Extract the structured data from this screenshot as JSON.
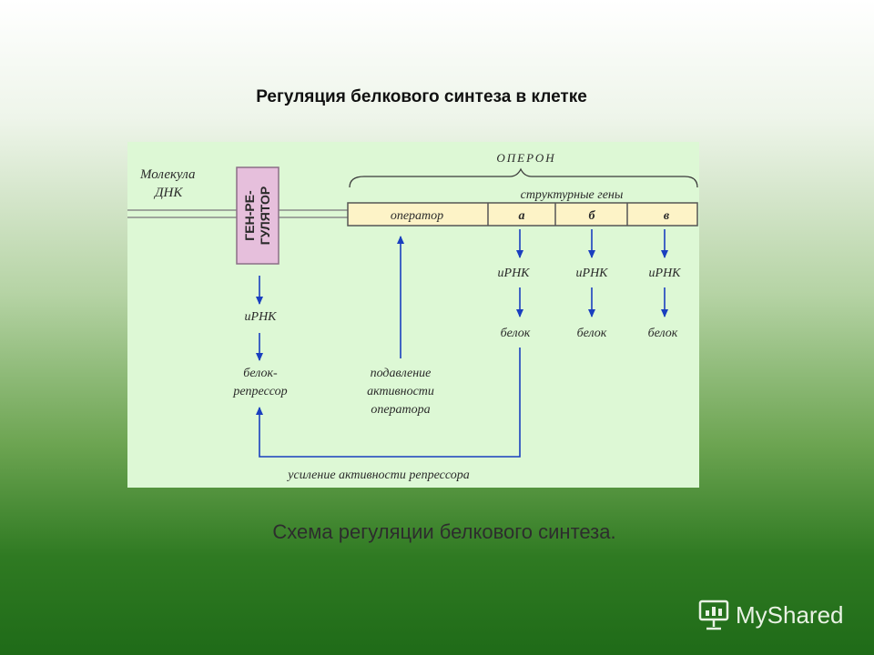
{
  "slide": {
    "title": "Регуляция белкового синтеза в клетке",
    "caption": "Схема регуляции белкового синтеза."
  },
  "diagram": {
    "dna_label_line1": "Молекула",
    "dna_label_line2": "ДНК",
    "regulator_gene_line1": "ГЕН-РЕ-",
    "regulator_gene_line2": "ГУЛЯТОР",
    "operon_label": "ОПЕРОН",
    "structural_genes_label": "структурные гены",
    "operator_label": "оператор",
    "genes": [
      "а",
      "б",
      "в"
    ],
    "mrna_label": "иРНК",
    "protein_label": "белок",
    "repressor_line1": "белок-",
    "repressor_line2": "репрессор",
    "suppression_line1": "подавление",
    "suppression_line2": "активности",
    "suppression_line3": "оператора",
    "feedback_label": "усиление активности репрессора",
    "colors": {
      "panel": "#ddf8d5",
      "regulator_box": "#e6bfdc",
      "operon_bar": "#fdf3c7",
      "arrow": "#1a3fbf"
    }
  },
  "watermark": {
    "text": "MyShared",
    "icon": "presentation-board-icon"
  }
}
